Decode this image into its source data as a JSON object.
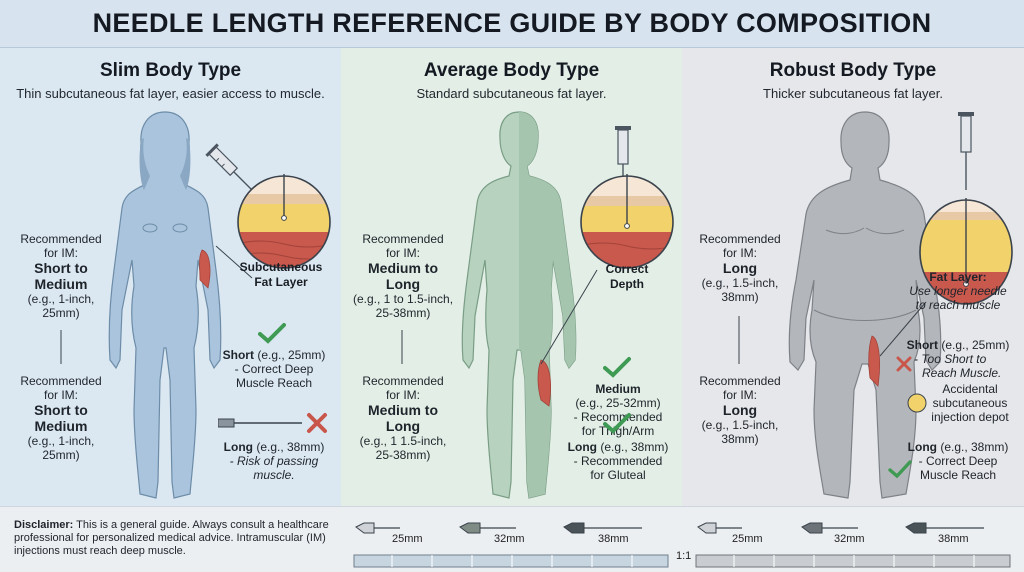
{
  "title": "NEEDLE LENGTH REFERENCE GUIDE BY BODY COMPOSITION",
  "panels": {
    "slim": {
      "heading": "Slim Body Type",
      "subtitle": "Thin subcutaneous fat layer, easier access to muscle.",
      "rec1": {
        "line1": "Recommended",
        "line2": "for IM:",
        "size1": "Short to",
        "size2": "Medium",
        "eg1": "(e.g., 1-inch,",
        "eg2": "25mm)"
      },
      "rec2": {
        "line1": "Recommended",
        "line2": "for IM:",
        "size1": "Short to",
        "size2": "Medium",
        "eg1": "(e.g., 1-inch,",
        "eg2": "25mm)"
      },
      "callout1": "Subcutaneous",
      "callout2": "Fat Layer",
      "short": {
        "bold": "Short",
        "rest": " (e.g., 25mm)",
        "l2": "- Correct Deep",
        "l3": "Muscle Reach"
      },
      "long": {
        "bold": "Long",
        "rest": " (e.g., 38mm)",
        "l2": "- Risk of passing",
        "l3": "muscle."
      }
    },
    "average": {
      "heading": "Average Body Type",
      "subtitle": "Standard subcutaneous fat layer.",
      "rec1": {
        "line1": "Recommended",
        "line2": "for IM:",
        "size1": "Medium to",
        "size2": "Long",
        "eg1": "(e.g., 1 to 1.5-inch,",
        "eg2": "25-38mm)"
      },
      "rec2": {
        "line1": "Recommended",
        "line2": "for IM:",
        "size1": "Medium to",
        "size2": "Long",
        "eg1": "(e.g., 1 1.5-inch,",
        "eg2": "25-38mm)"
      },
      "callout1": "Correct",
      "callout2": "Depth",
      "medium": {
        "bold": "Medium",
        "l1": "(e.g., 25-32mm)",
        "l2": "- Recommended",
        "l3": "for Thigh/Arm"
      },
      "long": {
        "bold": "Long",
        "rest": " (e.g., 38mm)",
        "l2": "- Recommended",
        "l3": "for Gluteal"
      }
    },
    "robust": {
      "heading": "Robust Body Type",
      "subtitle": "Thicker subcutaneous fat layer.",
      "rec1": {
        "line1": "Recommended",
        "line2": "for IM:",
        "size1": "Long",
        "eg1": "(e.g., 1.5-inch,",
        "eg2": "38mm)"
      },
      "rec2": {
        "line1": "Recommended",
        "line2": "for IM:",
        "size1": "Long",
        "eg1": "(e.g., 1.5-inch,",
        "eg2": "38mm)"
      },
      "fat": {
        "bold": "Fat Layer:",
        "l1": "Use longer needle",
        "l2": "to reach muscle"
      },
      "short": {
        "bold": "Short",
        "rest": " (e.g., 25mm)",
        "l2": "- Too Short to",
        "l3": "Reach Muscle."
      },
      "depot": {
        "l1": "Accidental",
        "l2": "subcutaneous",
        "l3": "injection depot"
      },
      "long": {
        "bold": "Long",
        "rest": " (e.g., 38mm)",
        "l2": "- Correct Deep",
        "l3": "Muscle Reach"
      }
    }
  },
  "footer": {
    "disclaimer_label": "Disclaimer:",
    "disclaimer_text": " This is a general guide. Always consult a healthcare professional for personalized medical advice. Intramuscular (IM) injections must reach deep muscle.",
    "scale_left": [
      "25mm",
      "32mm",
      "38mm"
    ],
    "scale_right": [
      "25mm",
      "32mm",
      "38mm"
    ],
    "ratio": "1:1"
  },
  "icons": [
    "syringe-icon",
    "check-icon",
    "cross-icon",
    "needle-icon"
  ],
  "colors": {
    "slim_bg": "#dbe8f2",
    "average_bg": "#e2eee6",
    "robust_bg": "#e5e7ea",
    "check": "#3f9a53",
    "cross": "#c8564a",
    "muscle": "#c9584d",
    "fat": "#f2d36b"
  }
}
